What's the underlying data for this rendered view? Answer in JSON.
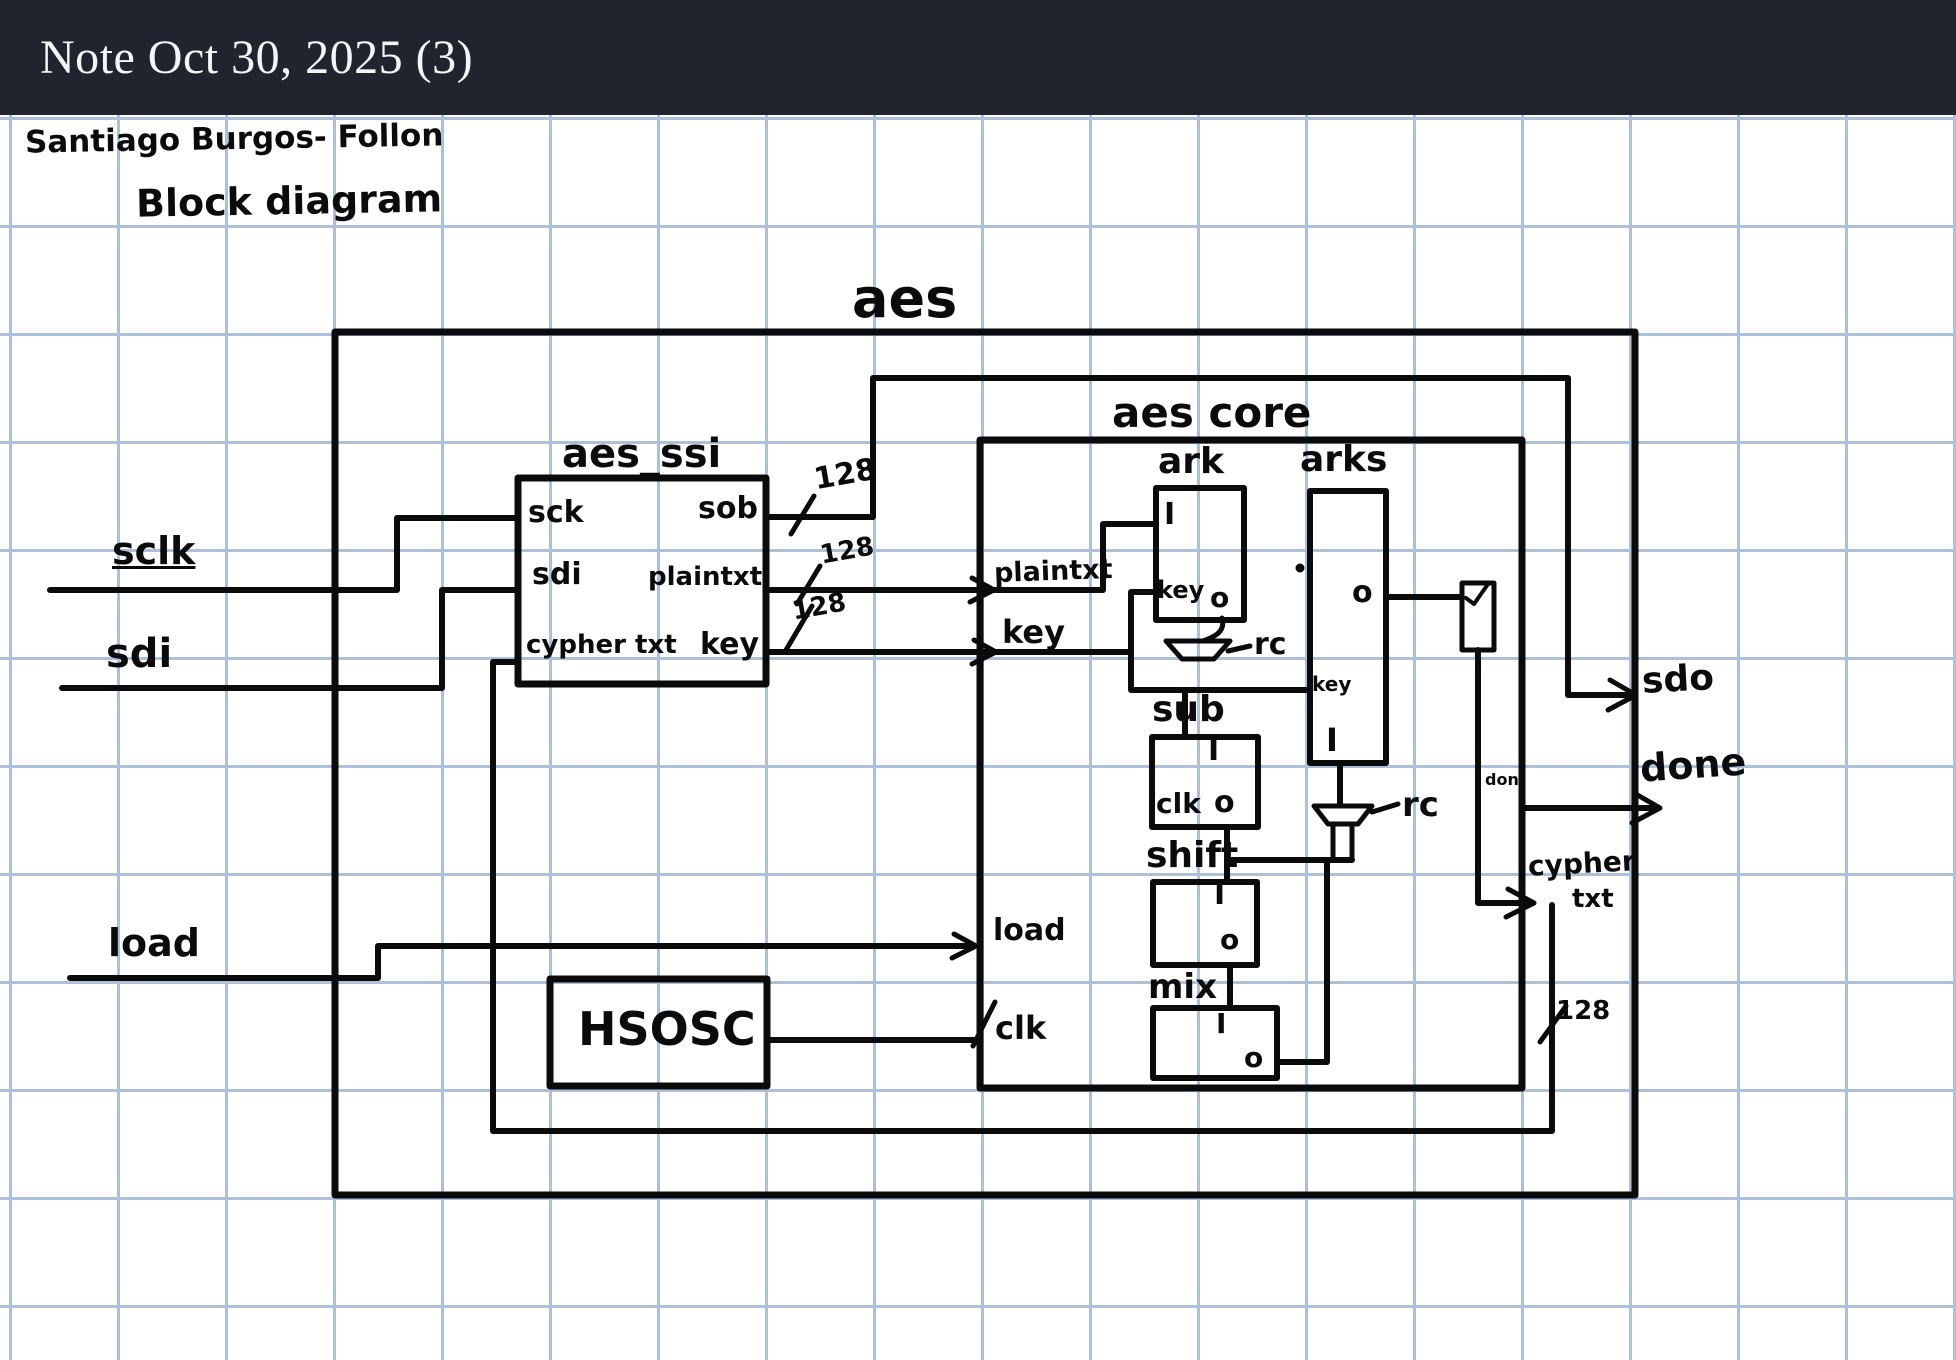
{
  "window": {
    "title": "Note Oct 30, 2025 (3)"
  },
  "note": {
    "author": "Santiago Burgos- Follon",
    "subtitle": "Block diagram",
    "diagram": {
      "aes_label": "aes",
      "core_label": "aes core",
      "ssi": {
        "label": "aes_ssi",
        "sck": "sck",
        "sdi": "sdi",
        "cypher_txt": "cypher txt",
        "sob": "sob",
        "plaintxt": "plaintxt",
        "key": "key"
      },
      "inputs": {
        "sclk": "sclk",
        "sdi": "sdi",
        "load": "load"
      },
      "core_ports": {
        "plaintxt": "plaintxt",
        "key": "key",
        "load": "load",
        "clk": "clk",
        "done_inner": "don"
      },
      "blocks": {
        "ark": {
          "label": "ark",
          "i": "I",
          "key": "key",
          "o": "o"
        },
        "arks": {
          "label": "arks",
          "o": "o",
          "key": "key",
          "i": "I"
        },
        "sub": {
          "label": "sub",
          "i": "I",
          "clk": "clk",
          "o": "o"
        },
        "shift": {
          "label": "shift",
          "i": "I",
          "o": "o"
        },
        "mix": {
          "label": "mix",
          "i": "I",
          "o": "o"
        },
        "hsosc": {
          "label": "HSOSC"
        }
      },
      "outputs": {
        "sdo": "sdo",
        "done": "done",
        "cypher_line1": "cypher",
        "cypher_line2": "txt"
      },
      "bus": {
        "sob": "128",
        "plaintxt": "128",
        "key": "128",
        "cypher": "128"
      },
      "rc": {
        "first": "rc",
        "second": "rc"
      },
      "colors": {
        "ink": "#0b0b0b",
        "grid": "#aebfdc",
        "header": "#21242e"
      }
    }
  }
}
